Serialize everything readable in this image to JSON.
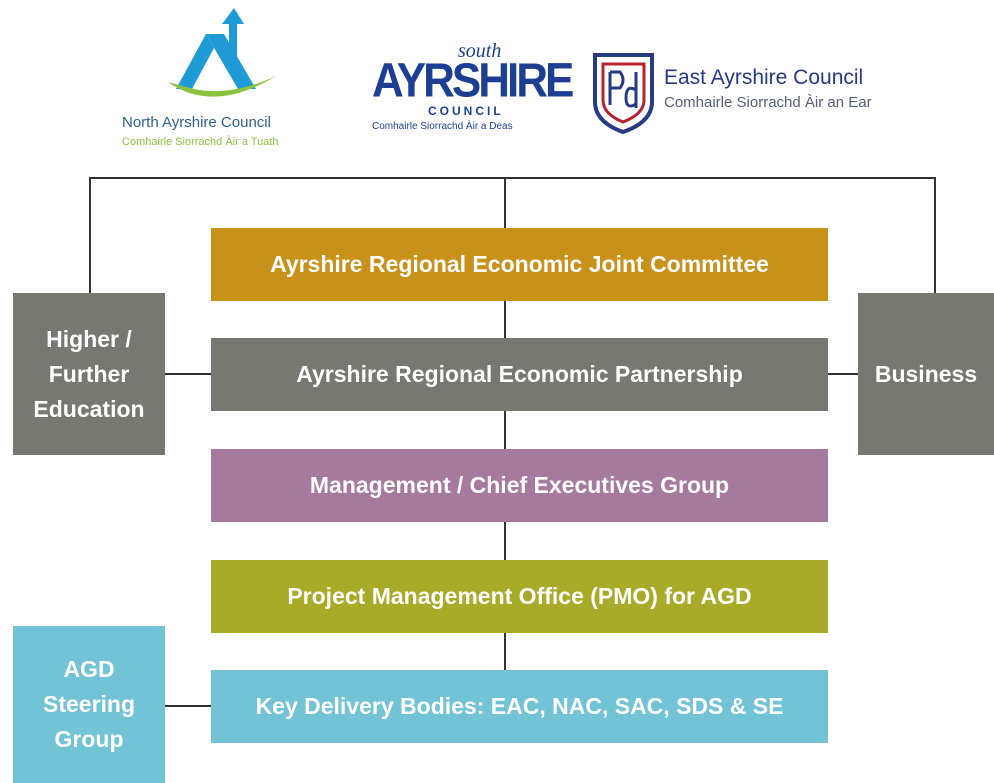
{
  "logos": {
    "north": {
      "name": "North Ayrshire Council",
      "gaelic": "Comhairle Siorrachd Àir a Tuath"
    },
    "south": {
      "top": "south",
      "main": "AYRSHIRE",
      "sub": "COUNCIL",
      "gaelic": "Comhairle Siorrachd Àir a Deas"
    },
    "east": {
      "name": "East Ayrshire Council",
      "gaelic": "Comhairle Siorrachd Àir an Ear"
    }
  },
  "boxes": {
    "joint_committee": "Ayrshire Regional Economic Joint Committee",
    "partnership": "Ayrshire Regional Economic Partnership",
    "management": "Management / Chief Executives Group",
    "pmo": "Project Management Office (PMO) for AGD",
    "delivery": "Key Delivery Bodies: EAC, NAC, SAC, SDS & SE",
    "education": [
      "Higher /",
      "Further",
      "Education"
    ],
    "business": "Business",
    "steering": [
      "AGD",
      "Steering",
      "Group"
    ]
  },
  "colors": {
    "joint_committee": "#c8921a",
    "partnership": "#787872",
    "management": "#a67a9c",
    "pmo": "#a8ab27",
    "delivery": "#72c3d6",
    "side_grey": "#787872",
    "steering": "#72c3d6",
    "north_blue": "#1e9bd7",
    "north_green": "#8ac43f",
    "north_text": "#2f5f8f",
    "south_blue": "#1c3f94",
    "east_navy": "#273a84",
    "east_red": "#b5232f",
    "connector": "#333333"
  }
}
